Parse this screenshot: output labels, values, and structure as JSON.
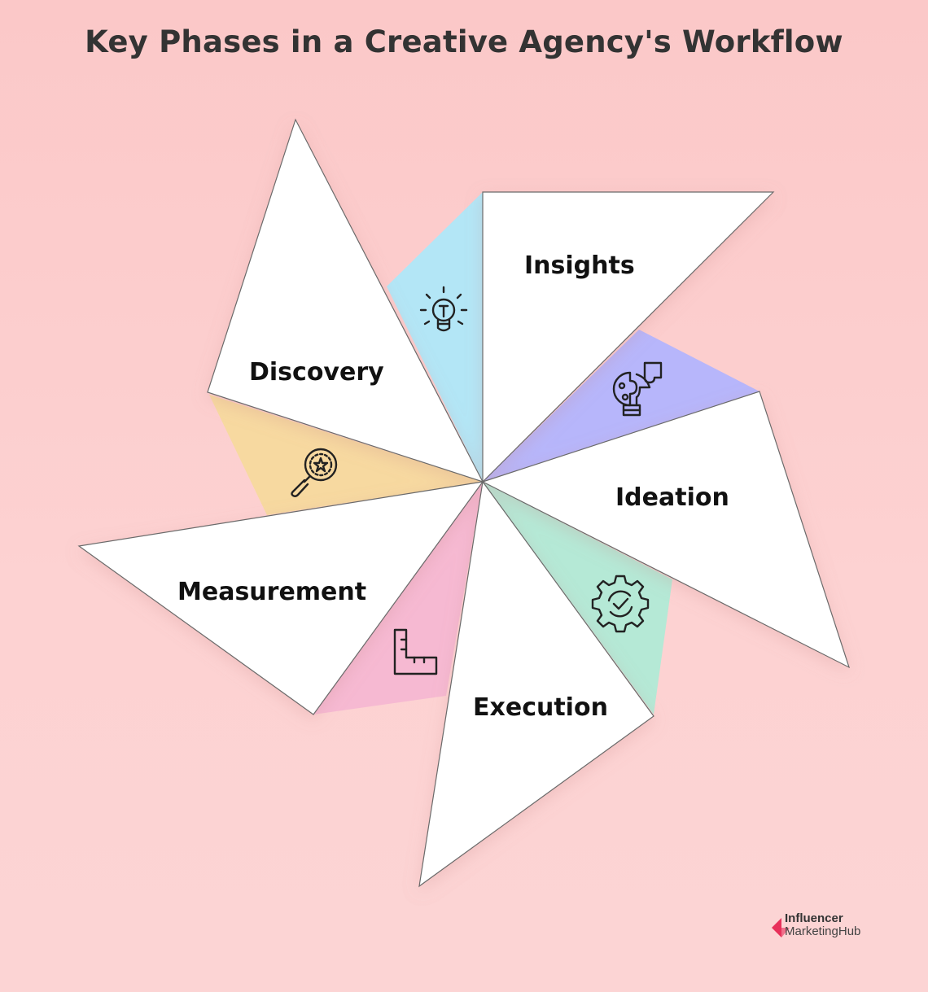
{
  "title": "Key Phases in a Creative Agency's Workflow",
  "phases": [
    {
      "label": "Insights",
      "icon": "lightbulb-icon",
      "accent": "#b3e6f6"
    },
    {
      "label": "Ideation",
      "icon": "puzzle-lightbulb-icon",
      "accent": "#b7b6fb"
    },
    {
      "label": "Execution",
      "icon": "gear-check-icon",
      "accent": "#b5e9d6"
    },
    {
      "label": "Measurement",
      "icon": "ruler-icon",
      "accent": "#f6b9d2"
    },
    {
      "label": "Discovery",
      "icon": "magnifier-star-icon",
      "accent": "#f7d9a0"
    }
  ],
  "logo": {
    "line1": "Influencer",
    "line2": "MarketingHub",
    "brand_color": "#e8305a"
  }
}
